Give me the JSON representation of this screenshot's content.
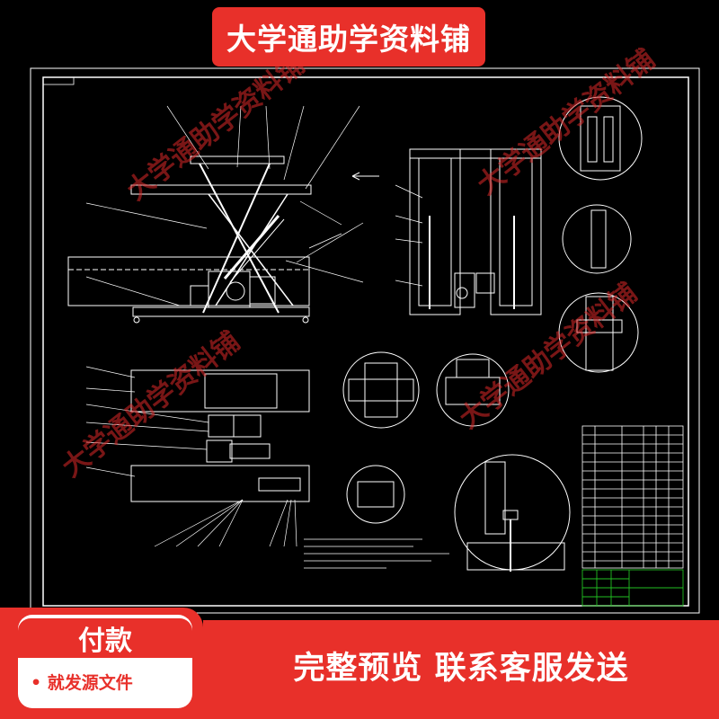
{
  "banner": {
    "title": "大学通助学资料铺"
  },
  "watermark": {
    "text": "大学通助学资料铺"
  },
  "payment": {
    "title": "付款",
    "subtitle": "• 就发源文件"
  },
  "footer": {
    "message": "完整预览  联系客服发送"
  },
  "colors": {
    "accent": "#e8302a",
    "line": "#ffffff",
    "title_block_green": "#22c022"
  }
}
